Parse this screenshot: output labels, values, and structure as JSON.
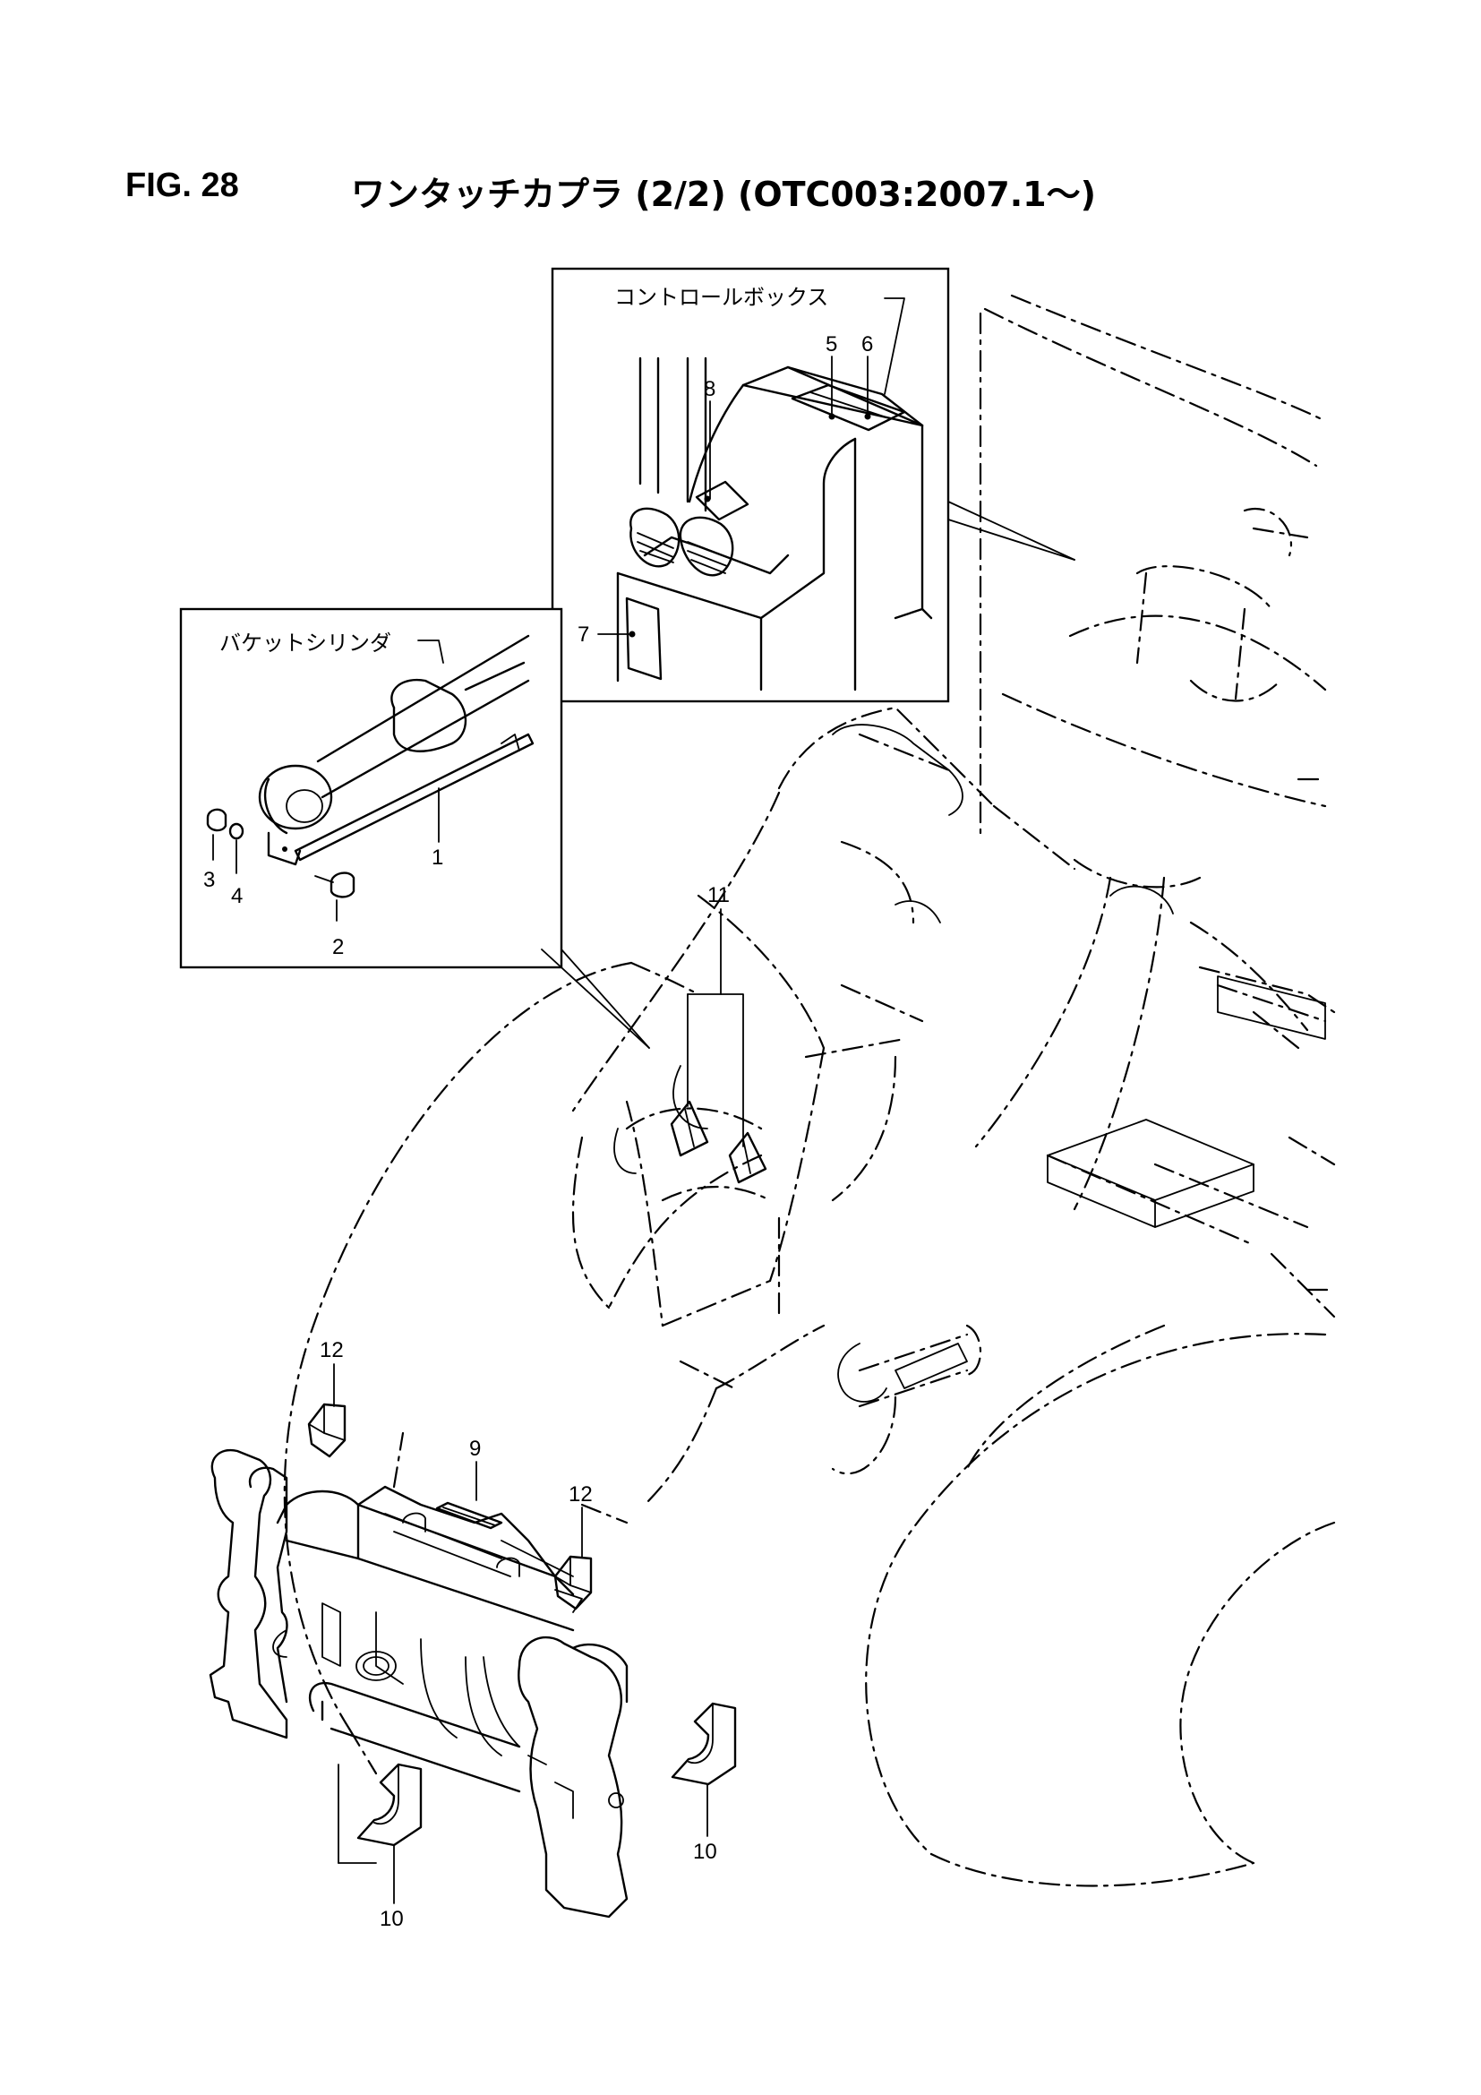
{
  "header": {
    "fig": "FIG. 28",
    "title": "ワンタッチカプラ (2/2) (OTC003:2007.1～)"
  },
  "inset_control": {
    "caption": "コントロールボックス"
  },
  "inset_cylinder": {
    "caption": "バケットシリンダ"
  },
  "callouts": {
    "c1": "1",
    "c2": "2",
    "c3": "3",
    "c4": "4",
    "c5": "5",
    "c6": "6",
    "c7": "7",
    "c8": "8",
    "c9": "9",
    "c10a": "10",
    "c10b": "10",
    "c11": "11",
    "c12a": "12",
    "c12b": "12"
  }
}
